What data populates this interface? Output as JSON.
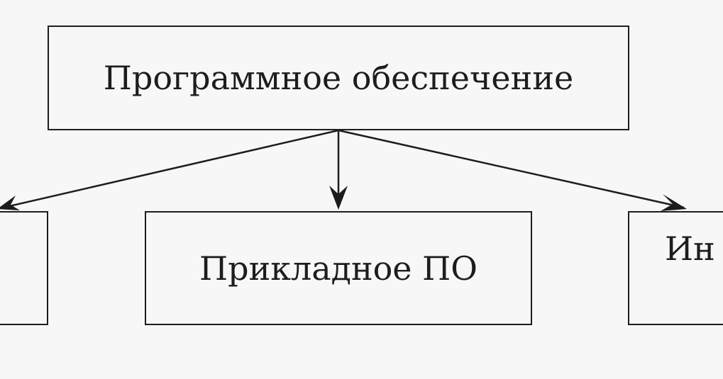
{
  "diagram": {
    "root": {
      "label": "Программное обеспечение"
    },
    "children": [
      {
        "label": ""
      },
      {
        "label": "Прикладное ПО"
      },
      {
        "label": "Ин"
      }
    ]
  },
  "colors": {
    "line": "#1d1d1d",
    "background": "#f7f7f7"
  }
}
